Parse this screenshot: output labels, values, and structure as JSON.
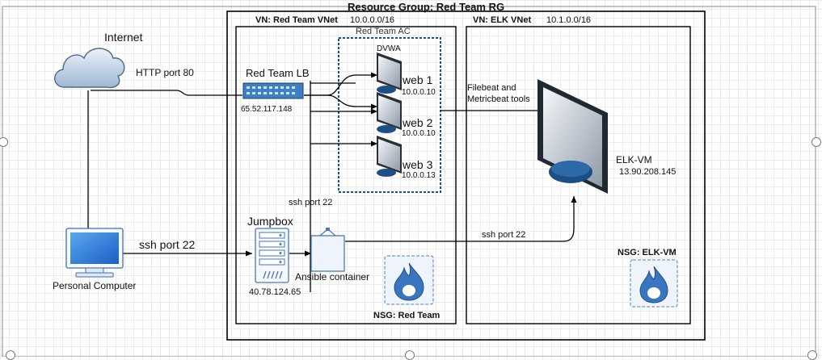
{
  "groups": {
    "resource_group": "Resource Group: Red Team RG",
    "redteam_vnet": "VN: Red Team VNet",
    "redteam_cidr": "10.0.0.0/16",
    "elk_vnet": "VN: ELK VNet",
    "elk_cidr": "10.1.0.0/16",
    "availability_set": "Red Team AC",
    "dvwa": "DVWA"
  },
  "nodes": {
    "internet": "Internet",
    "load_balancer": "Red Team LB",
    "lb_ip": "65.52.117.148",
    "web1": "web 1",
    "web1_ip": "10.0.0.10",
    "web2": "web 2",
    "web2_ip": "10.0.0.10",
    "web3": "web 3",
    "web3_ip": "10.0.0.13",
    "jumpbox": "Jumpbox",
    "jumpbox_ip": "40.78.124.65",
    "ansible": "Ansible container",
    "personal_computer": "Personal Computer",
    "elk_vm": "ELK-VM",
    "elk_ip": "13.90.208.145",
    "nsg_red": "NSG: Red Team",
    "nsg_elk": "NSG: ELK-VM"
  },
  "edges": {
    "http": "HTTP port 80",
    "ssh_pc": "ssh port 22",
    "ssh_internal": "ssh port 22",
    "ssh_elk": "ssh port 22",
    "beats": "Filebeat and\nMetricbeat tools"
  }
}
